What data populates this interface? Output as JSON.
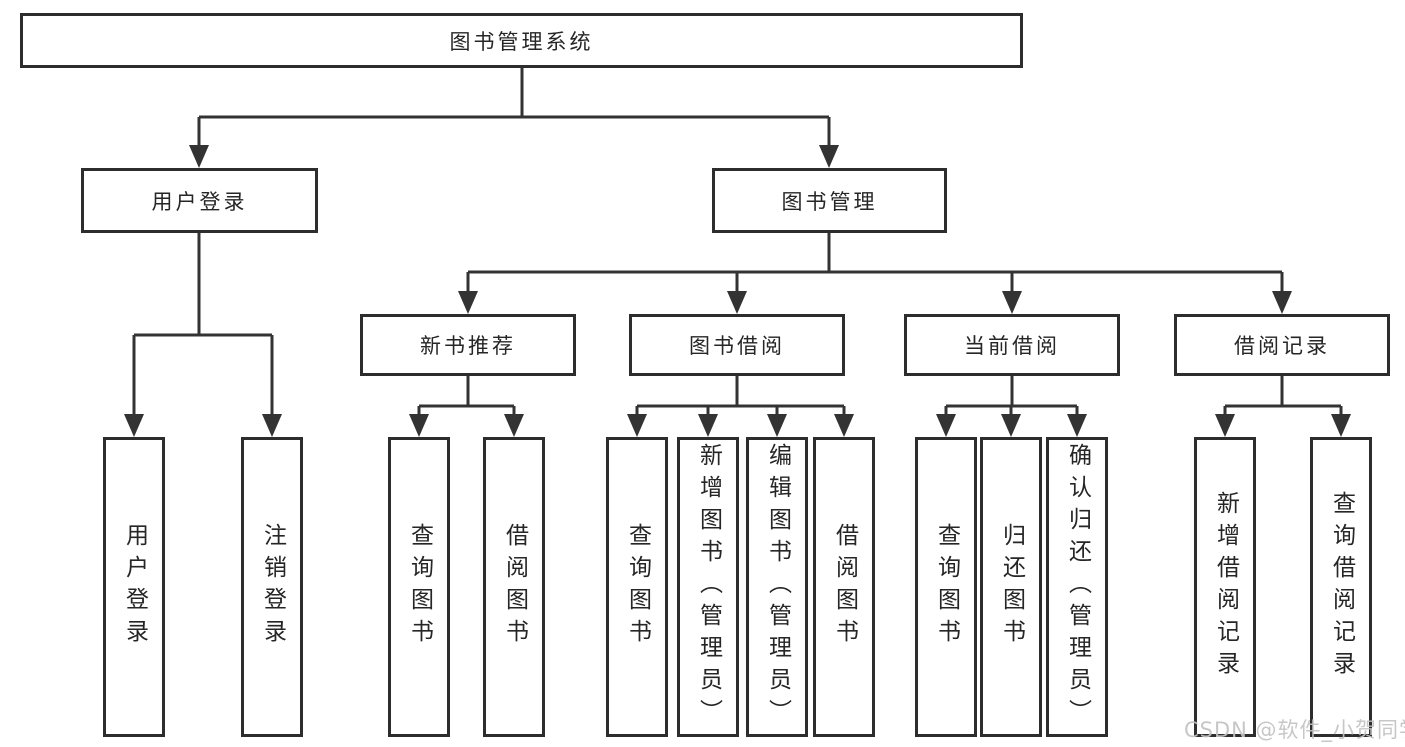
{
  "diagram": {
    "type": "hierarchy",
    "colors": {
      "line": "#333333",
      "box_border": "#2d2d2d",
      "box_fill": "#ffffff",
      "text": "#262626",
      "watermark": "#c3c3c3"
    },
    "tree": {
      "label": "图书管理系统",
      "children": [
        {
          "label": "用户登录",
          "children": [
            {
              "label": "用户登录"
            },
            {
              "label": "注销登录"
            }
          ]
        },
        {
          "label": "图书管理",
          "children": [
            {
              "label": "新书推荐",
              "children": [
                {
                  "label": "查询图书"
                },
                {
                  "label": "借阅图书"
                }
              ]
            },
            {
              "label": "图书借阅",
              "children": [
                {
                  "label": "查询图书"
                },
                {
                  "label": "新增图书（管理员）"
                },
                {
                  "label": "编辑图书（管理员）"
                },
                {
                  "label": "借阅图书"
                }
              ]
            },
            {
              "label": "当前借阅",
              "children": [
                {
                  "label": "查询图书"
                },
                {
                  "label": "归还图书"
                },
                {
                  "label": "确认归还（管理员）"
                }
              ]
            },
            {
              "label": "借阅记录",
              "children": [
                {
                  "label": "新增借阅记录"
                },
                {
                  "label": "查询借阅记录"
                }
              ]
            }
          ]
        }
      ]
    }
  },
  "watermark": {
    "text": "CSDN @软件_小贺同学"
  }
}
